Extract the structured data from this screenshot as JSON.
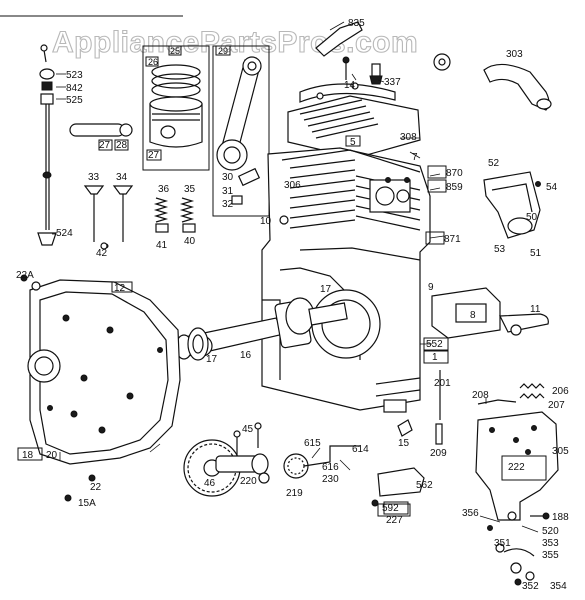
{
  "watermark": "AppliancePartsPros.com",
  "labels": {
    "l835": "835",
    "l303": "303",
    "l523": "523",
    "l842": "842",
    "l525": "525",
    "l337": "337",
    "l14": "14",
    "l25": "25",
    "l26": "26",
    "l27a": "27",
    "l28": "28",
    "l27b": "27",
    "l29": "29",
    "l5": "5",
    "l308": "308",
    "l7": "7",
    "l33": "33",
    "l34": "34",
    "l42": "42",
    "l36": "36",
    "l35": "35",
    "l41": "41",
    "l40": "40",
    "l30": "30",
    "l31": "31",
    "l32": "32",
    "l306": "306",
    "l10": "10",
    "l870": "870",
    "l859": "859",
    "l871": "871",
    "l52": "52",
    "l54": "54",
    "l50": "50",
    "l53": "53",
    "l51": "51",
    "l524": "524",
    "l22a": "22A",
    "l12": "12",
    "l9": "9",
    "l17a": "17",
    "l17b": "17",
    "l16": "16",
    "l11": "11",
    "l8": "8",
    "l552": "552",
    "l1": "1",
    "l201": "201",
    "l208": "208",
    "l206": "206",
    "l207": "207",
    "l15": "15",
    "l209": "209",
    "l305": "305",
    "l222": "222",
    "l18": "18",
    "l20": "20",
    "l22": "22",
    "l15a": "15A",
    "l45": "45",
    "l46": "46",
    "l220": "220",
    "l219": "219",
    "l615": "615",
    "l614": "614",
    "l616": "616",
    "l230": "230",
    "l562": "562",
    "l592": "592",
    "l227": "227",
    "l188": "188",
    "l356": "356",
    "l520": "520",
    "l353": "353",
    "l351": "351",
    "l355": "355",
    "l352": "352",
    "l354": "354"
  }
}
